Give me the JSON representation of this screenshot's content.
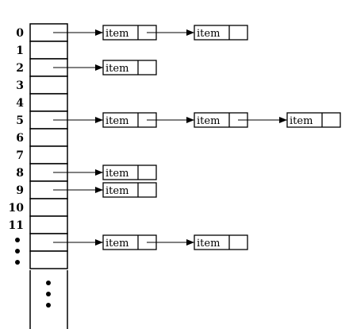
{
  "diagram": {
    "rows": [
      {
        "index": "0",
        "items": [
          "item",
          "item"
        ]
      },
      {
        "index": "1",
        "items": []
      },
      {
        "index": "2",
        "items": [
          "item"
        ]
      },
      {
        "index": "3",
        "items": []
      },
      {
        "index": "4",
        "items": []
      },
      {
        "index": "5",
        "items": [
          "item",
          "item",
          "item"
        ]
      },
      {
        "index": "6",
        "items": []
      },
      {
        "index": "7",
        "items": []
      },
      {
        "index": "8",
        "items": [
          "item"
        ]
      },
      {
        "index": "9",
        "items": [
          "item"
        ]
      },
      {
        "index": "10",
        "items": []
      },
      {
        "index": "11",
        "items": []
      },
      {
        "index": "",
        "items": [
          "item",
          "item"
        ]
      },
      {
        "index": "",
        "items": []
      }
    ],
    "ellipsis": "⋮"
  }
}
